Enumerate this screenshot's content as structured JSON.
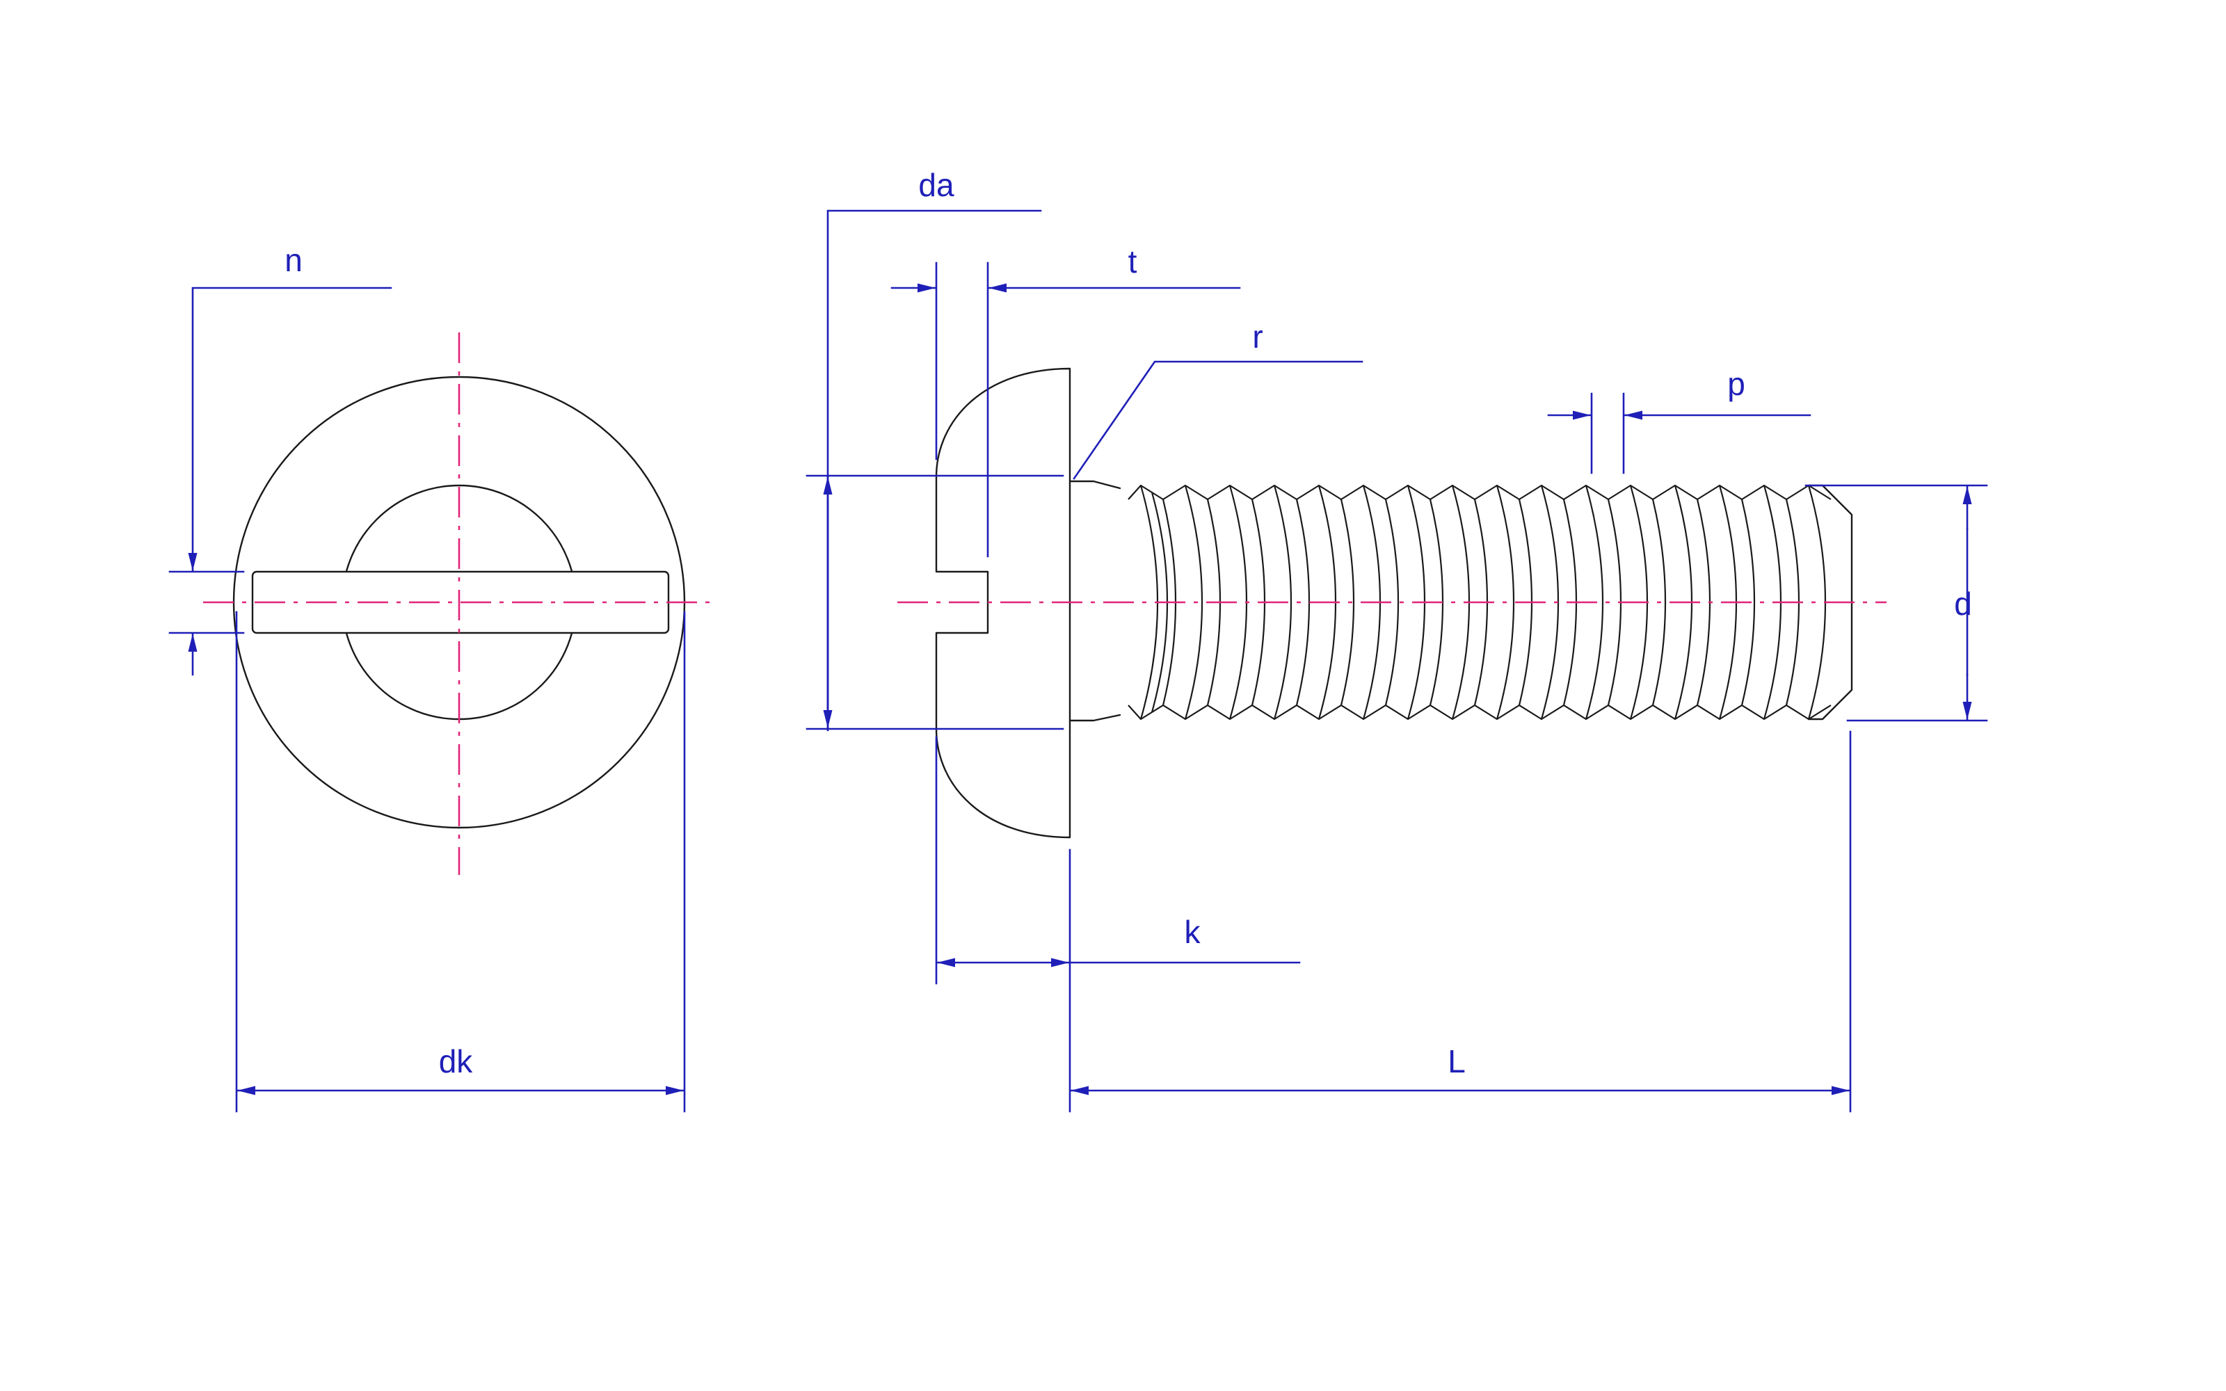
{
  "drawing": {
    "colors": {
      "outline": "#1a1a1a",
      "dimension": "#1f1fb8",
      "centerline": "#e0257a",
      "background": "#ffffff"
    },
    "labels": {
      "n": "n",
      "dk": "dk",
      "da": "da",
      "t": "t",
      "r": "r",
      "p": "p",
      "d": "d",
      "k": "k",
      "L": "L"
    }
  }
}
